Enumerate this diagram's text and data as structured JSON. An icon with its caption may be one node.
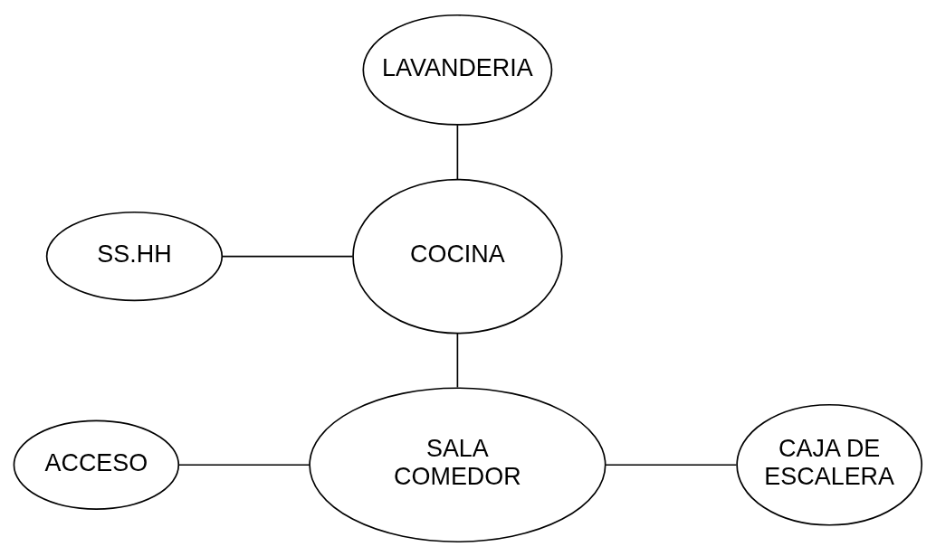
{
  "diagram": {
    "nodes": [
      {
        "text": [
          "LAVANDERIA"
        ]
      },
      {
        "text": [
          "COCINA"
        ]
      },
      {
        "text": [
          "SS.HH"
        ]
      },
      {
        "text": [
          "SALA COMEDOR"
        ]
      },
      {
        "text": [
          "ACCESO"
        ]
      },
      {
        "text": [
          "CAJA DE ESCALERA"
        ]
      }
    ],
    "edges": [
      {
        "from": 0,
        "to": 1,
        "arrow": "none"
      },
      {
        "from": 2,
        "to": 1,
        "arrow": "none"
      },
      {
        "from": 1,
        "to": 3,
        "arrow": "none"
      },
      {
        "from": 4,
        "to": 3,
        "arrow": "none"
      },
      {
        "from": 3,
        "to": 5,
        "arrow": "none"
      }
    ]
  }
}
